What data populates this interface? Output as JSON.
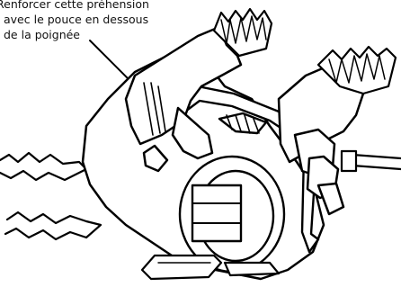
{
  "caption": {
    "line1": "Renforcer cette préhension",
    "line2": "avec le pouce en dessous",
    "line3": "de la poignée"
  }
}
